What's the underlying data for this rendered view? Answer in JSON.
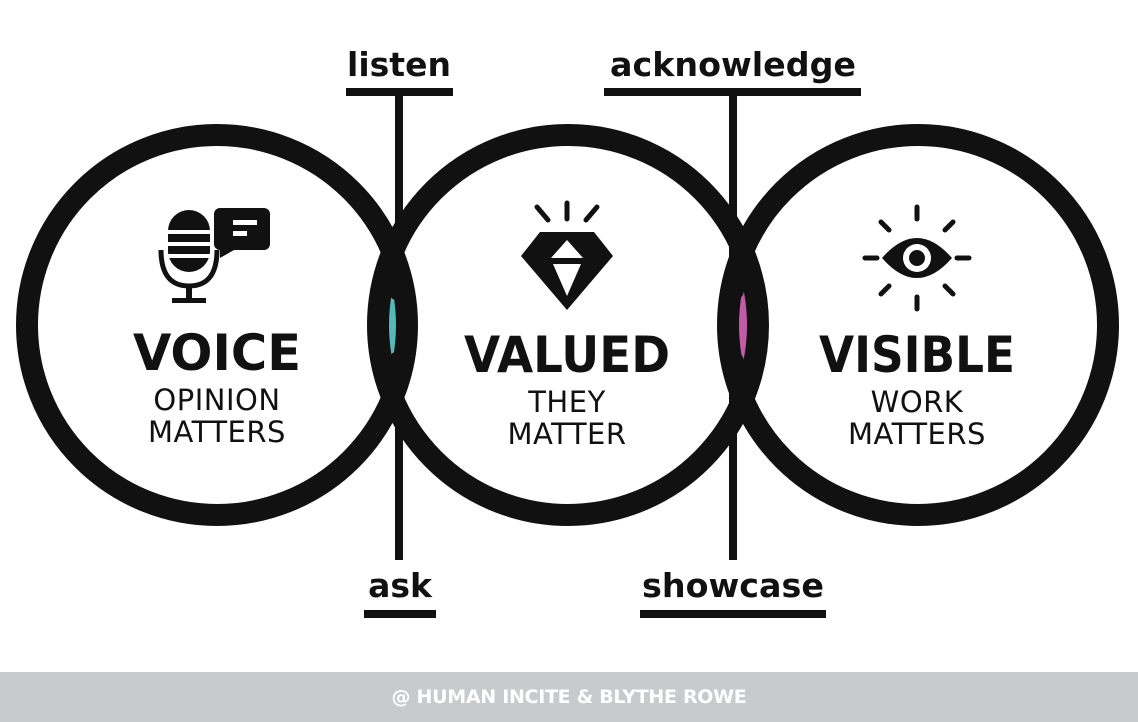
{
  "colors": {
    "ink": "#111111",
    "teal": "#56b9b7",
    "magenta": "#c25ba6",
    "footer_bg": "#c9cacc",
    "footer_text": "#ffffff"
  },
  "circles": [
    {
      "id": "voice",
      "title": "VOICE",
      "subtitle_lines": [
        "OPINION",
        "MATTERS"
      ],
      "icon": "microphone-speech-bubble-icon"
    },
    {
      "id": "valued",
      "title": "VALUED",
      "subtitle_lines": [
        "THEY",
        "MATTER"
      ],
      "icon": "diamond-icon"
    },
    {
      "id": "visible",
      "title": "VISIBLE",
      "subtitle_lines": [
        "WORK",
        "MATTERS"
      ],
      "icon": "eye-icon"
    }
  ],
  "connectors": {
    "left": {
      "top_label": "listen",
      "bottom_label": "ask",
      "fill": "teal"
    },
    "right": {
      "top_label": "acknowledge",
      "bottom_label": "showcase",
      "fill": "magenta"
    }
  },
  "footer": {
    "credit": "@ HUMAN INCITE & BLYTHE ROWE"
  }
}
